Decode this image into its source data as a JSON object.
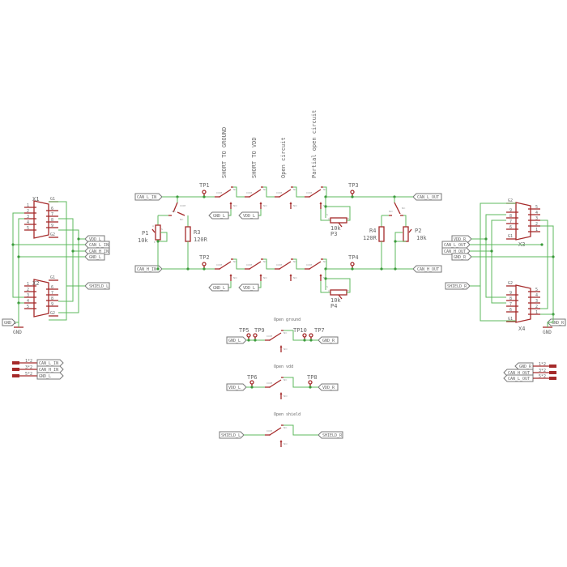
{
  "nets": {
    "can_l_in": "CAN_L_IN",
    "can_h_in": "CAN_H_IN",
    "can_l_out": "CAN_L_OUT",
    "can_h_out": "CAN_H_OUT",
    "gnd_l": "GND_L",
    "gnd_r": "GND_R",
    "vdd_l": "VDD_L",
    "vdd_r": "VDD_R",
    "shield_l": "SHIELD_L",
    "shield_r": "SHIELD_R",
    "gnd": "GND"
  },
  "fault_titles": {
    "short_gnd": "SHORT TO GROUND",
    "short_vdd": "SHORT TO VDD",
    "open": "Open circuit",
    "partial": "Partial open circuit",
    "open_ground": "Open ground",
    "open_vdd": "Open vdd",
    "open_shield": "Open shield"
  },
  "relay_pins": {
    "com": "COM",
    "nc": "NC",
    "no": "NO"
  },
  "test_points": {
    "tp1": "TP1",
    "tp2": "TP2",
    "tp3": "TP3",
    "tp4": "TP4",
    "tp5": "TP5",
    "tp6": "TP6",
    "tp7": "TP7",
    "tp8": "TP8",
    "tp9": "TP9",
    "tp10": "TP10"
  },
  "components": {
    "p1": {
      "name": "P1",
      "value": "10k"
    },
    "p2": {
      "name": "P2",
      "value": "10k"
    },
    "p3": {
      "name": "P3",
      "value": "10k"
    },
    "p4": {
      "name": "P4",
      "value": "10k"
    },
    "r3": {
      "name": "R3",
      "value": "120R"
    },
    "r4": {
      "name": "R4",
      "value": "120R"
    },
    "pot_pins": {
      "a": "A",
      "e": "E",
      "s": "S"
    }
  },
  "connectors": {
    "x1": "X1",
    "x2": "X2",
    "x3": "X3",
    "x4": "X4",
    "pins": [
      "1",
      "2",
      "3",
      "4",
      "5",
      "6",
      "7",
      "8",
      "9"
    ],
    "g1": "G1",
    "g2": "G2"
  },
  "headers": {
    "h1": "1*2",
    "h3": "3*2",
    "h5": "5*2"
  }
}
